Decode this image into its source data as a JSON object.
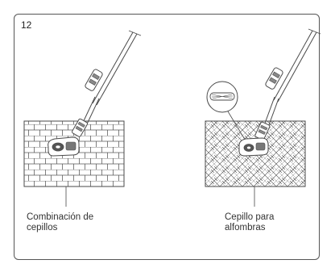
{
  "step": {
    "number": "12"
  },
  "panels": [
    {
      "caption_line1": "Combinación de",
      "caption_line2": "cepillos"
    },
    {
      "caption_line1": "Cepillo para",
      "caption_line2": "alfombras"
    }
  ],
  "colors": {
    "line": "#4a4a4a",
    "frame": "#555555"
  },
  "icons": {
    "left_illustration": "vacuum-brush-on-brick-floor",
    "right_illustration": "vacuum-carpet-brush-on-carpet",
    "detail_callout": "brush-roller-magnifier"
  }
}
